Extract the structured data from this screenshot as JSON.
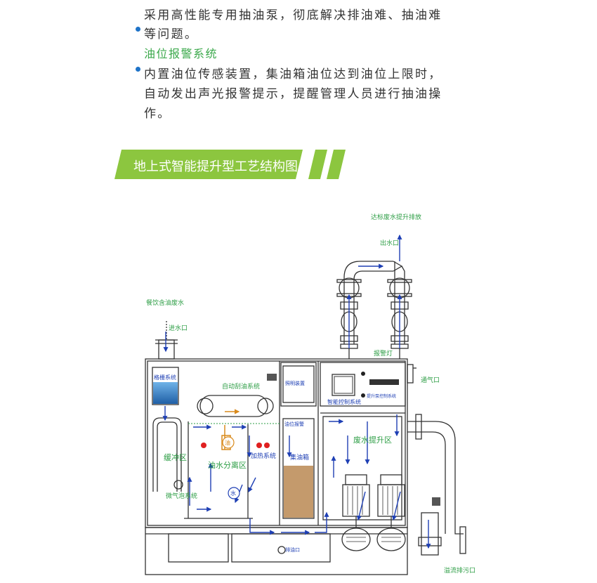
{
  "text": {
    "line1": "采用高性能专用抽油泵，彻底解决排油难、抽油难",
    "line2": "等问题。",
    "section_heading": "油位报警系统",
    "line3": "内置油位传感装置，集油箱油位达到油位上限时，",
    "line4": "自动发出声光报警提示，提醒管理人员进行抽油操",
    "line5": "作。"
  },
  "banner": {
    "title": "地上式智能提升型工艺结构图",
    "color": "#8cc63f"
  },
  "diagram_labels": {
    "discharge": "达标废水提升排放",
    "outlet": "出水口",
    "inlet_source": "餐饮含油废水",
    "inlet": "进水口",
    "alarm_light": "报警灯",
    "vent": "通气口",
    "grille": "格栅系统",
    "auto_skim": "自动刮油系统",
    "lighting": "照明装置",
    "smart_control": "智能控制系统",
    "lift_control": "提升泵控制系统",
    "oil_level": "油位报警",
    "buffer": "缓冲区",
    "oil_water_sep": "油水分离区",
    "heating": "加热系统",
    "oil_tank": "集油箱",
    "lift_zone": "废水提升区",
    "micro_bubble": "微气泡系统",
    "oil_outlet": "排油口",
    "overflow": "溢流排污口",
    "oil_badge": "油",
    "water_badge": "水"
  },
  "colors": {
    "label_green": "#2e9e46",
    "flow_blue": "#1e3fb4",
    "oil_brown": "#c49a6c",
    "alarm_red": "#e02020"
  }
}
